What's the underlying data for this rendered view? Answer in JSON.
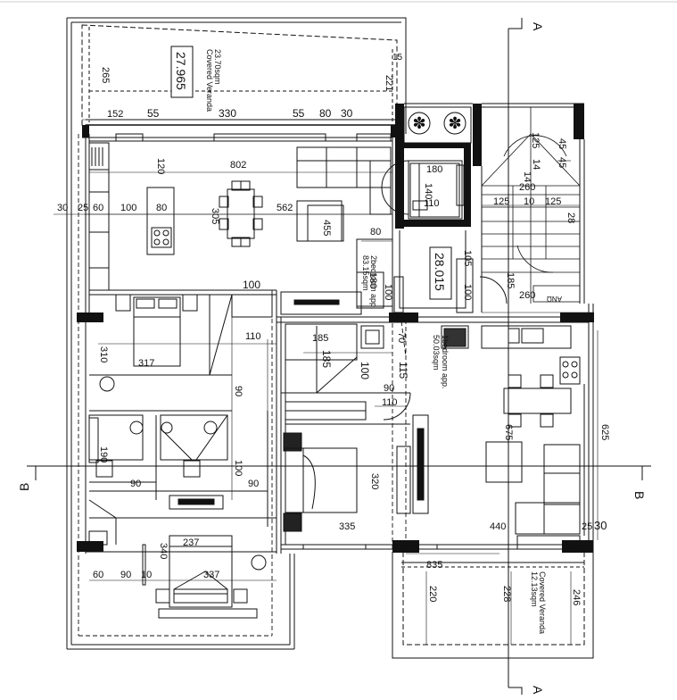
{
  "labels": {
    "north_veranda": {
      "title": "Covered Veranda",
      "area": "23.70sqm"
    },
    "north_veranda_box": "27.965",
    "apartment_2bed": {
      "title": "2bedroom app.",
      "area": "83.15sqm"
    },
    "apartment_box": "28.015",
    "apartment_1bed": {
      "title": "1bedroom app.",
      "area": "50.03sqm"
    },
    "south_veranda": {
      "title": "Covered Veranda",
      "area": "12.13sqm"
    },
    "stair_sign": "ΑΝΩ",
    "section_a": "A",
    "section_b": "B"
  },
  "dimensions": {
    "d265": "265",
    "d221": "221",
    "d15": "15",
    "d152": "152",
    "d55a": "55",
    "d330": "330",
    "d55b": "55",
    "d80a": "80",
    "d30a": "30",
    "d120": "120",
    "d802": "802",
    "d30b": "30",
    "d25": "25",
    "d60a": "60",
    "d100a": "100",
    "d80b": "80",
    "d305": "305",
    "d562": "562",
    "d455": "455",
    "d80c": "80",
    "d180a": "180",
    "d140": "140",
    "d110a": "110",
    "d125a": "125",
    "d45a": "45",
    "d14a": "14",
    "d14b": "14",
    "d45b": "45",
    "d260a": "260",
    "d125b": "125",
    "d10a": "10",
    "d125c": "125",
    "d28": "28",
    "d100b": "100",
    "d105": "105",
    "d185a": "185",
    "d100c": "100",
    "d180b": "180",
    "d100d": "100",
    "d260b": "260",
    "d110b": "110",
    "d185b": "185",
    "d185c": "185",
    "d70": "70",
    "d100e": "100",
    "d115": "115",
    "d310": "310",
    "d317": "317",
    "d90a": "90",
    "d90b": "90",
    "d110c": "110",
    "d190": "190",
    "d90c": "90",
    "d100f": "100",
    "d90d": "90",
    "d320": "320",
    "d335": "335",
    "d675": "675",
    "d625": "625",
    "d440": "440",
    "d25b": "25",
    "d30c": "30",
    "d340": "340",
    "d237": "237",
    "d60b": "60",
    "d90e": "90",
    "d10b": "10",
    "d337": "337",
    "d835": "835",
    "d220": "220",
    "d228": "228",
    "d246": "246"
  }
}
